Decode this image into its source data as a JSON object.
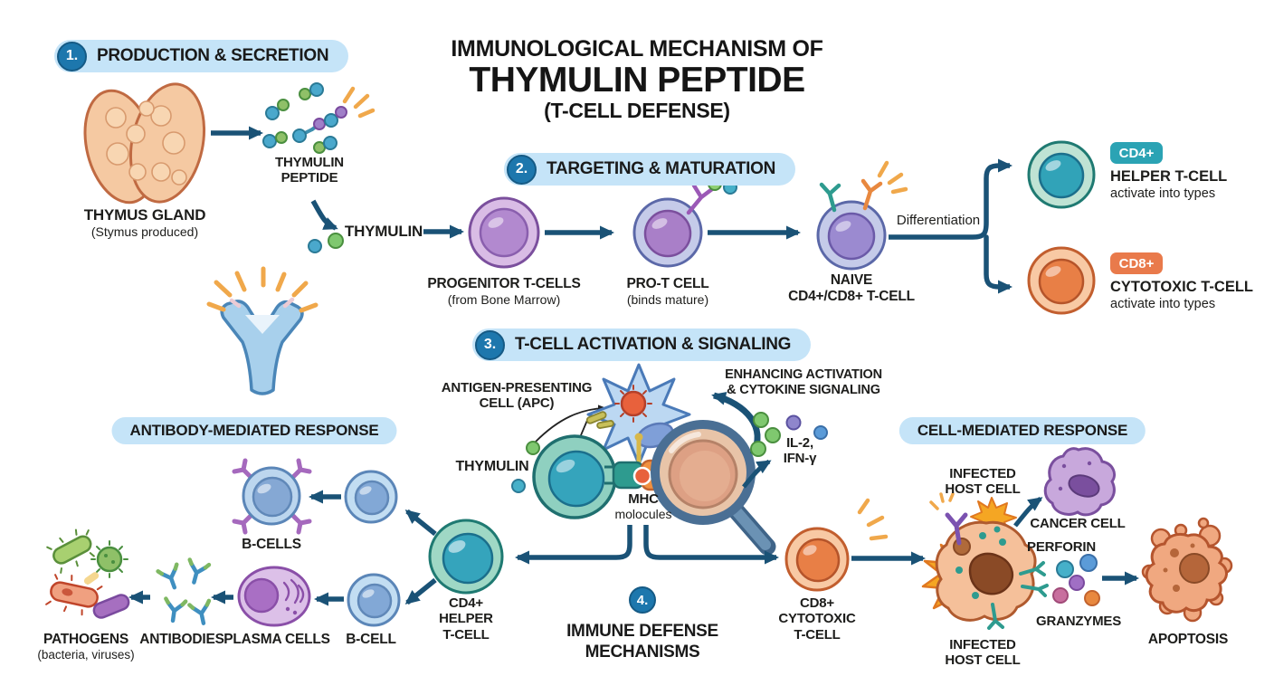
{
  "title": {
    "line1": "IMMUNOLOGICAL MECHANISM OF",
    "line2": "THYMULIN PEPTIDE",
    "line3": "(T-CELL DEFENSE)"
  },
  "section1": {
    "number": "1.",
    "label": "PRODUCTION & SECRETION",
    "thymus": {
      "name": "THYMUS GLAND",
      "sub": "(Stymus produced)"
    },
    "peptide_label": {
      "line1": "THYMULIN",
      "line2": "PEPTIDE"
    },
    "thymulin_label": "THYMULIN"
  },
  "section2": {
    "number": "2.",
    "label": "TARGETING & MATURATION",
    "progenitor": {
      "name": "PROGENITOR T-CELLS",
      "sub": "(from Bone Marrow)"
    },
    "pro_t": {
      "name": "PRO-T CELL",
      "sub": "(binds mature)"
    },
    "naive": {
      "line1": "NAIVE",
      "line2": "CD4+/CD8+ T-CELL"
    },
    "differentiation": "Differentiation",
    "cd4": {
      "badge": "CD4+",
      "name": "HELPER T-CELL",
      "sub": "activate into types"
    },
    "cd8": {
      "badge": "CD8+",
      "name": "CYTOTOXIC T-CELL",
      "sub": "activate into types"
    }
  },
  "section3": {
    "number": "3.",
    "label": "T-CELL ACTIVATION & SIGNALING",
    "apc": {
      "line1": "ANTIGEN-PRESENTING",
      "line2": "CELL (APC)"
    },
    "enhancing": {
      "line1": "ENHANCING ACTIVATION",
      "line2": "& CYTOKINE SIGNALING"
    },
    "cytokines": {
      "line1": "IL-2,",
      "line2": "IFN-γ"
    },
    "thymulin_label": "THYMULIN",
    "mhc": {
      "line1": "MHC",
      "line2": "molocules"
    }
  },
  "section4": {
    "number": "4.",
    "line1": "IMMUNE DEFENSE",
    "line2": "MECHANISMS"
  },
  "antibody_response": {
    "header": "ANTIBODY-MEDIATED RESPONSE",
    "b_cells": "B-CELLS",
    "b_cell": "B-CELL",
    "plasma_cells": "PLASMA CELLS",
    "antibodies": "ANTIBODIES",
    "pathogens": {
      "name": "PATHOGENS",
      "sub": "(bacteria, viruses)"
    },
    "cd4_helper": {
      "line1": "CD4+",
      "line2": "HELPER",
      "line3": "T-CELL"
    }
  },
  "cell_response": {
    "header": "CELL-MEDIATED RESPONSE",
    "infected_top": {
      "line1": "INFECTED",
      "line2": "HOST CELL"
    },
    "infected_bottom": {
      "line1": "INFECTED",
      "line2": "HOST CELL"
    },
    "cancer_cell": "CANCER CELL",
    "perforin": "PERFORIN",
    "granzymes": "GRANZYMES",
    "apoptosis": "APOPTOSIS",
    "cd8_cytotoxic": {
      "line1": "CD8+",
      "line2": "CYTOTOXIC",
      "line3": "T-CELL"
    }
  },
  "colors": {
    "arrow": "#1a5276",
    "pill_bg": "#c5e4f8",
    "number_circle": "#1d77ad",
    "cd4_badge": "#2ba3b4",
    "cd8_badge": "#e97a4b",
    "spark": "#f0a84b",
    "text": "#1d1d1b"
  }
}
